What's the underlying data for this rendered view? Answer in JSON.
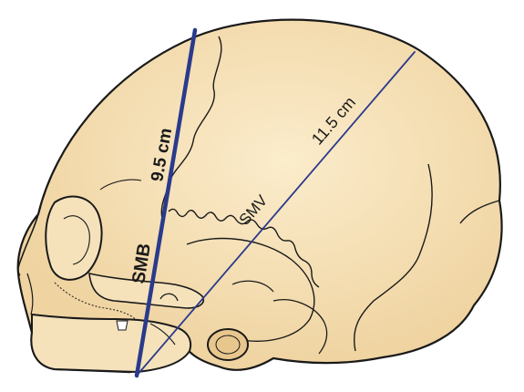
{
  "labels": {
    "smb_name": "SMB",
    "smb_length": "9.5 cm",
    "smv_name": "SMV",
    "smv_length": "11.5 cm"
  },
  "colors": {
    "skull_fill": "#f3dcae",
    "skull_highlight": "#fbeccb",
    "outline": "#1a1a1a",
    "smb_line": "#2a3a8c",
    "smv_line": "#2a3a8c"
  }
}
